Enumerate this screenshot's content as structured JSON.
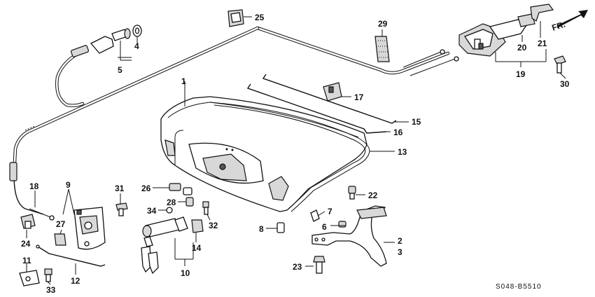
{
  "diagram": {
    "callouts": [
      "1",
      "2",
      "3",
      "4",
      "5",
      "6",
      "7",
      "8",
      "9",
      "10",
      "11",
      "12",
      "13",
      "14",
      "15",
      "16",
      "17",
      "18",
      "19",
      "20",
      "21",
      "22",
      "23",
      "24",
      "25",
      "26",
      "27",
      "28",
      "29",
      "30",
      "31",
      "32",
      "33",
      "34"
    ],
    "direction_label": "FR.",
    "drawing_code": "S048-B5510"
  }
}
